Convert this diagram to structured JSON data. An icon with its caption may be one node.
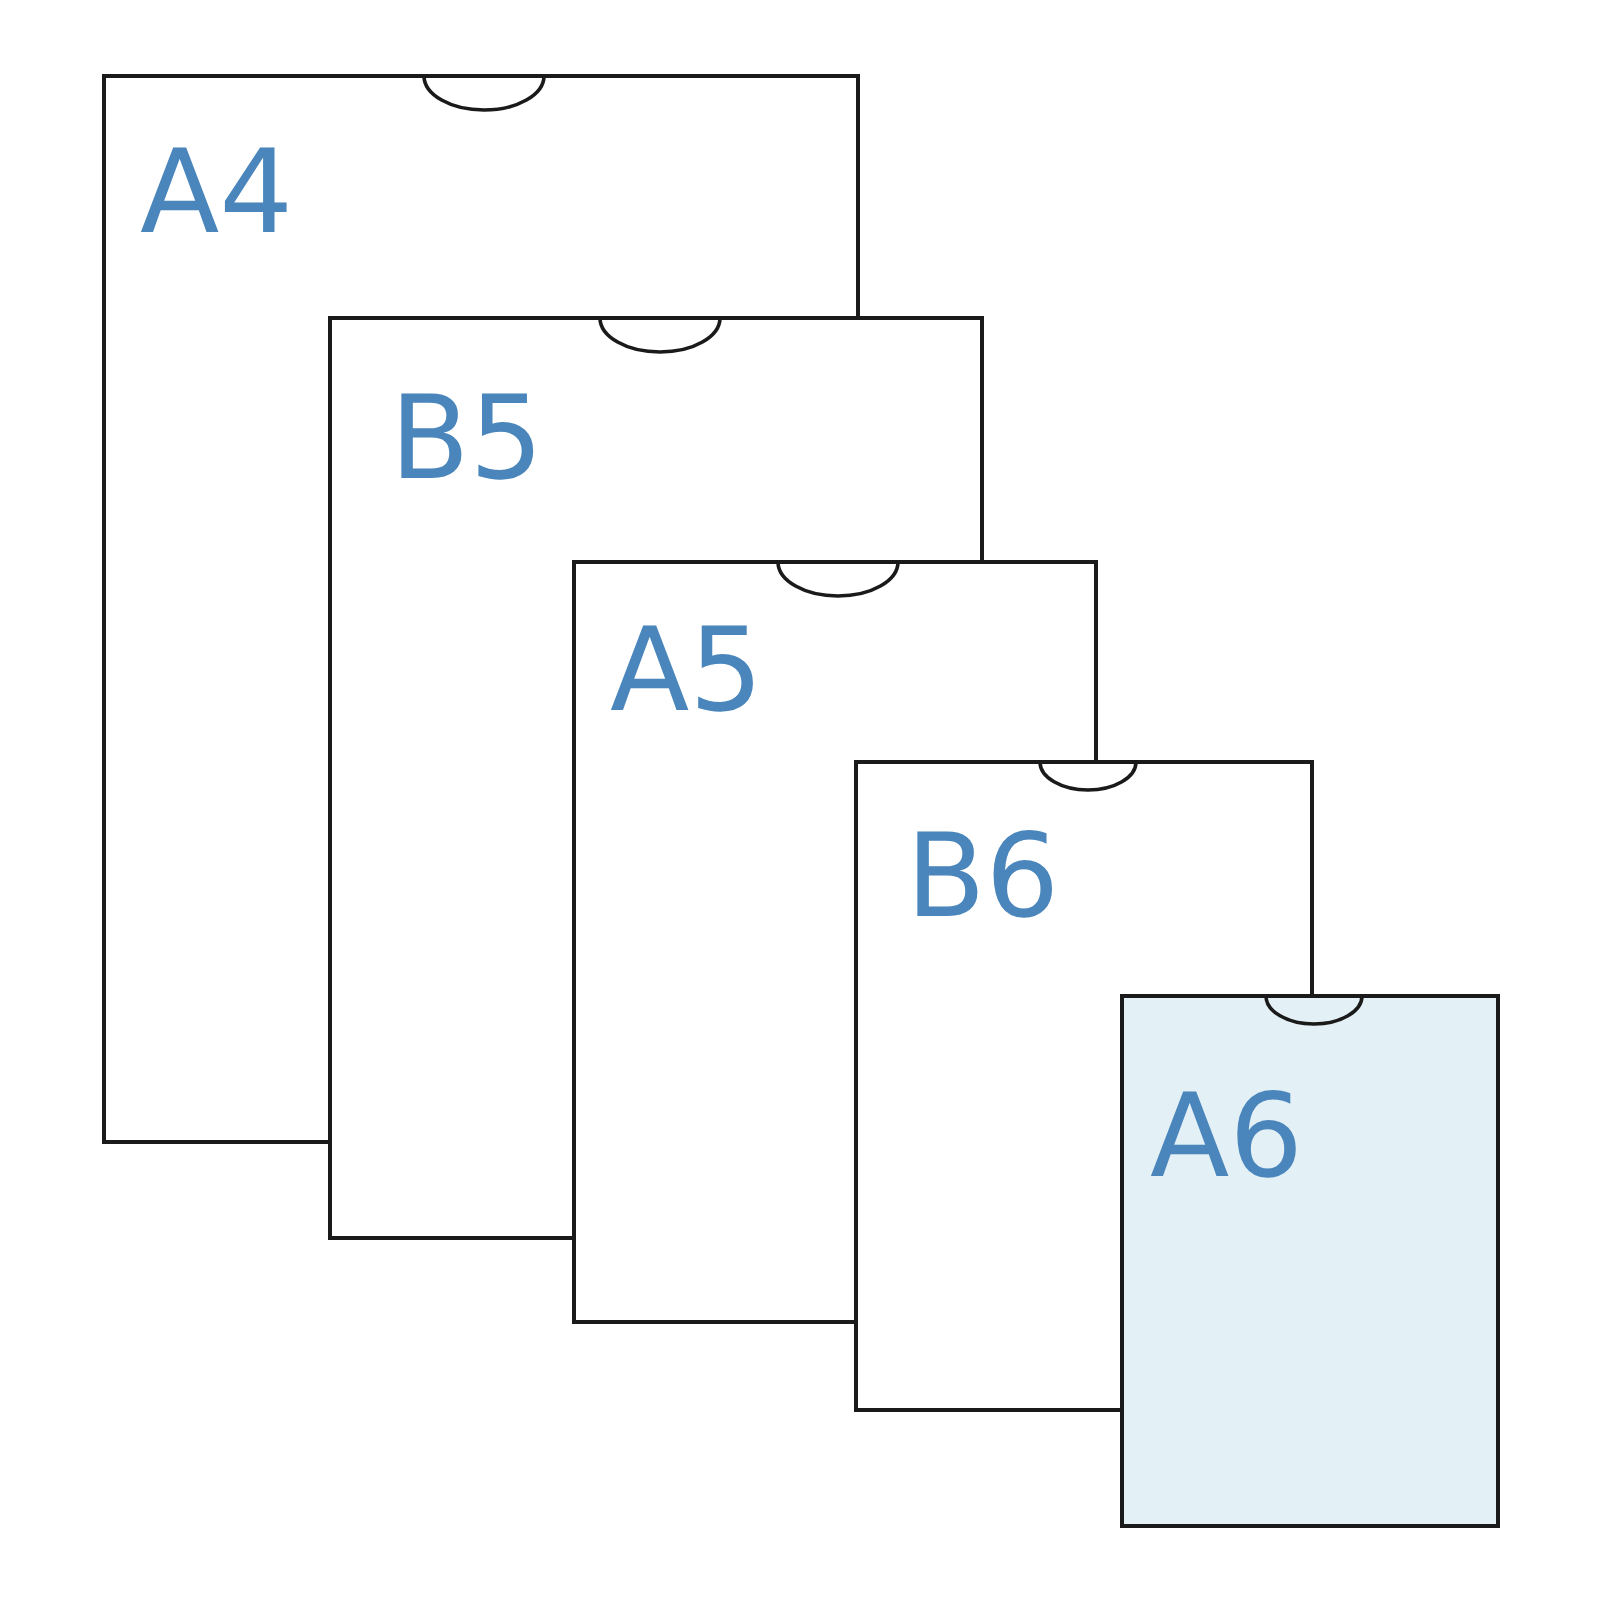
{
  "diagram": {
    "nodes": [
      {
        "text": [
          "A4"
        ]
      },
      {
        "text": [
          "B5"
        ]
      },
      {
        "text": [
          "A5"
        ]
      },
      {
        "text": [
          "B6"
        ]
      },
      {
        "text": [
          "A6"
        ]
      }
    ]
  }
}
